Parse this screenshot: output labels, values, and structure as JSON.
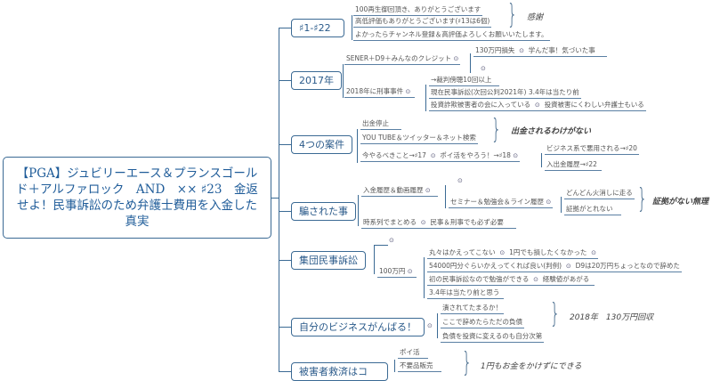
{
  "root": {
    "title": "【PGA】ジュビリーエース＆プランスゴールド＋アルファロック　AND　×× ♯23　金返せよ！民事訴訟のため弁護士費用を入金した真実"
  },
  "branches": {
    "b1": {
      "label": "♯1-♯22",
      "items": [
        "100再生御回頂き、ありがとうございます",
        "高低評価もありがとうございます(♯13は6個)",
        "よかったらチャンネル登録＆高評価よろしくお願いいたします。"
      ],
      "note": "感謝"
    },
    "b2": {
      "label": "2017年",
      "items": [
        "SENER＋D9＋みんなのクレジット",
        "130万円損失",
        "学んだ事！気づいた事",
        "2018年に刑事事件",
        "→裁判傍聴10回以上",
        "現在民事訴訟(次回公判2021年) 3.4年は当たり前",
        "投資詐欺被害者の会に入っている",
        "投資被害にくわしい弁護士もいる"
      ]
    },
    "b3": {
      "label": "4つの案件",
      "items": [
        "出金停止",
        "YOU TUBE＆ツイッター＆ネット検索",
        "今やるべきこと→♯17",
        "ポイ活をやろう！→♯18",
        "ビジネス系で悪用される→♯20",
        "入出金履歴→♯22"
      ],
      "note": "出金されるわけがない"
    },
    "b4": {
      "label": "騙された事",
      "items": [
        "入金履歴＆動画履歴",
        "セミナー＆勉強会＆ライン履歴",
        "どんどん火消しに走る",
        "証拠がとれない",
        "時系列でまとめる",
        "民事＆刑事でも必ず必要"
      ],
      "note": "証拠がない無理"
    },
    "b5": {
      "label": "集団民事訴訟",
      "items": [
        "100万円",
        "丸々はかえってこない",
        "1円でも損したくなかった",
        "54000円分ぐらいかえってくれば良い(判例)",
        "D9は20万円ちょっとなので辞めた",
        "初の民事訴訟なので勉強ができる",
        "経験値があがる",
        "3.4年は当たり前と思う"
      ]
    },
    "b6": {
      "label": "自分のビジネスがんばる！",
      "items": [
        "潰されてたまるか！",
        "ここで辞めたらただの負債",
        "負債を投資に変えるのも自分次第"
      ],
      "note": "2018年　130万円回収"
    },
    "b7": {
      "label": "被害者救済はコ",
      "items": [
        "ポイ活",
        "不要品販売"
      ],
      "note": "1円もお金をかけずにできる"
    }
  },
  "icons": {
    "collapse": "circle-dot-icon",
    "brace": "curly-brace"
  },
  "colors": {
    "line": "#3b6a94",
    "node_text": "#2a5a8a",
    "root_text": "#1f5c99"
  }
}
